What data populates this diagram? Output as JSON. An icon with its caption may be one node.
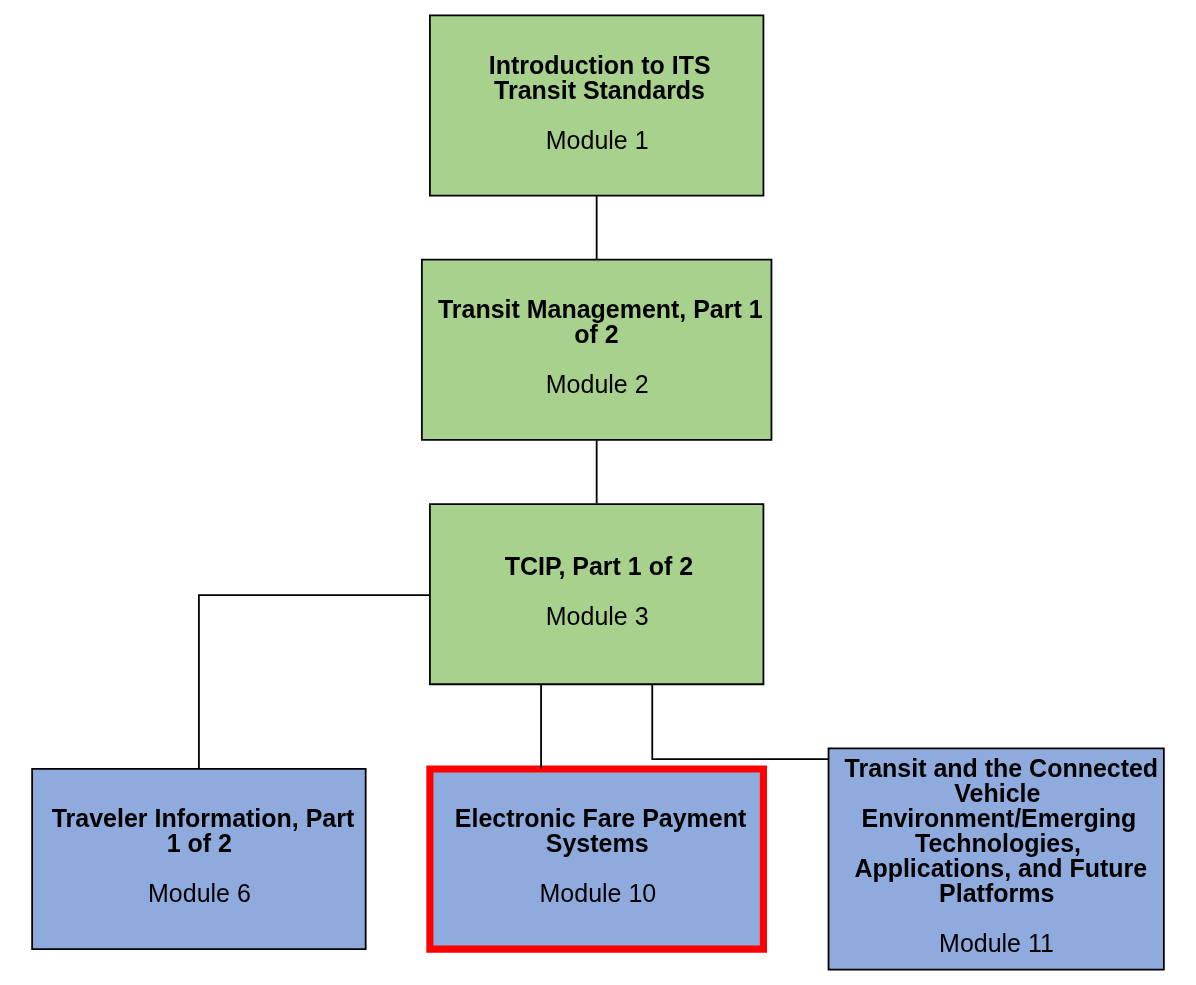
{
  "diagram": {
    "nodes": [
      {
        "text": [
          "Introduction to ITS Transit Standards",
          "Module 1"
        ]
      },
      {
        "text": [
          "Transit Management, Part 1 of 2",
          "Module 2"
        ]
      },
      {
        "text": [
          "TCIP, Part 1 of 2",
          "Module 3"
        ]
      },
      {
        "text": [
          "Traveler Information, Part 1 of 2",
          "Module 6"
        ]
      },
      {
        "text": [
          "Electronic Fare Payment Systems",
          "Module 10"
        ]
      },
      {
        "text": [
          "Transit and the Connected Vehicle Environment/Emerging Technologies, Applications, and Future Platforms",
          "Module 11"
        ]
      }
    ],
    "edges": [
      {
        "from": 0,
        "to": 1,
        "arrow": "none"
      },
      {
        "from": 1,
        "to": 2,
        "arrow": "none"
      },
      {
        "from": 2,
        "to": 3,
        "arrow": "none"
      },
      {
        "from": 2,
        "to": 4,
        "arrow": "none"
      },
      {
        "from": 2,
        "to": 5,
        "arrow": "none"
      }
    ]
  }
}
